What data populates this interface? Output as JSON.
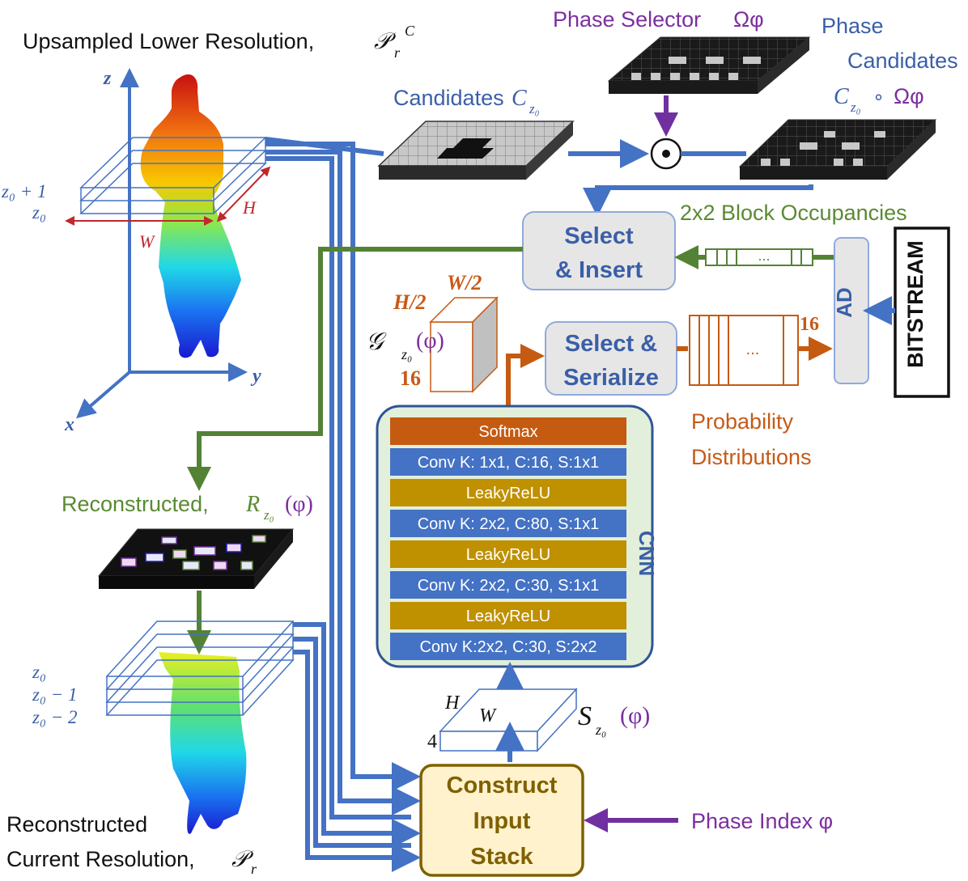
{
  "labels": {
    "upsampled_title": "Upsampled Lower Resolution,",
    "upsampled_sym": "𝒫",
    "upsampled_sub": "r",
    "upsampled_sup": "C",
    "axis_z": "z",
    "axis_y": "y",
    "axis_x": "x",
    "dim_W": "W",
    "dim_H": "H",
    "z0_plus1": "z₀ + 1",
    "z0": "z₀",
    "candidates_label": "Candidates",
    "candidates_sym": "C",
    "candidates_sub": "z₀",
    "phase_selector": "Phase Selector",
    "phase_selector_sym": "Ωφ",
    "phase_candidates_1": "Phase",
    "phase_candidates_2": "Candidates",
    "phase_cand_sym": "C",
    "phase_cand_sub": "z₀",
    "phase_cand_op": "∘",
    "phase_cand_omega": "Ωφ",
    "block_occupancies": "2x2 Block Occupancies",
    "select_insert_1": "Select",
    "select_insert_2": "& Insert",
    "ad": "AD",
    "bitstream": "BITSTREAM",
    "g_W2": "W/2",
    "g_H2": "H/2",
    "g_sym": "𝒢",
    "g_sub": "z₀",
    "g_phi": "(φ)",
    "g_16": "16",
    "select_serialize_1": "Select &",
    "select_serialize_2": "Serialize",
    "prob_16": "16",
    "prob_dots": "...",
    "occ_dots": "...",
    "prob_dist_1": "Probability",
    "prob_dist_2": "Distributions",
    "cnn": "CNN",
    "reconstructed": "Reconstructed,",
    "recon_sym": "R",
    "recon_sub": "z₀",
    "recon_phi": "(φ)",
    "z0_low": "z₀",
    "z0_minus1": "z₀ − 1",
    "z0_minus2": "z₀ − 2",
    "s_H": "H",
    "s_W": "W",
    "s_4": "4",
    "s_sym": "S",
    "s_sub": "z₀",
    "s_phi": "(φ)",
    "construct_1": "Construct",
    "construct_2": "Input",
    "construct_3": "Stack",
    "phase_index": "Phase Index φ",
    "recon_current_1": "Reconstructed",
    "recon_current_2": "Current Resolution,",
    "recon_current_sym": "𝒫",
    "recon_current_sub": "r"
  },
  "cnn_layers": [
    {
      "label": "Softmax",
      "kind": "softmax"
    },
    {
      "label": "Conv K: 1x1, C:16, S:1x1",
      "kind": "conv"
    },
    {
      "label": "LeakyReLU",
      "kind": "act"
    },
    {
      "label": "Conv K: 2x2, C:80, S:1x1",
      "kind": "conv"
    },
    {
      "label": "LeakyReLU",
      "kind": "act"
    },
    {
      "label": "Conv K: 2x2, C:30, S:1x1",
      "kind": "conv"
    },
    {
      "label": "LeakyReLU",
      "kind": "act"
    },
    {
      "label": "Conv K:2x2, C:30, S:2x2",
      "kind": "conv"
    }
  ],
  "colors": {
    "blue_arrow": "#4472c4",
    "green_arrow": "#548235",
    "purple_arrow": "#7030a0",
    "orange_arrow": "#c55a11",
    "softmax_fill": "#c55a11",
    "conv_fill": "#4472c4",
    "act_fill": "#bf9000",
    "cnn_bg": "#e2efda",
    "cnn_border": "#2f5597",
    "construct_bg": "#fff2cc",
    "construct_border": "#7f6000",
    "process_bg": "#e7e6e6",
    "process_border": "#8faadc"
  }
}
